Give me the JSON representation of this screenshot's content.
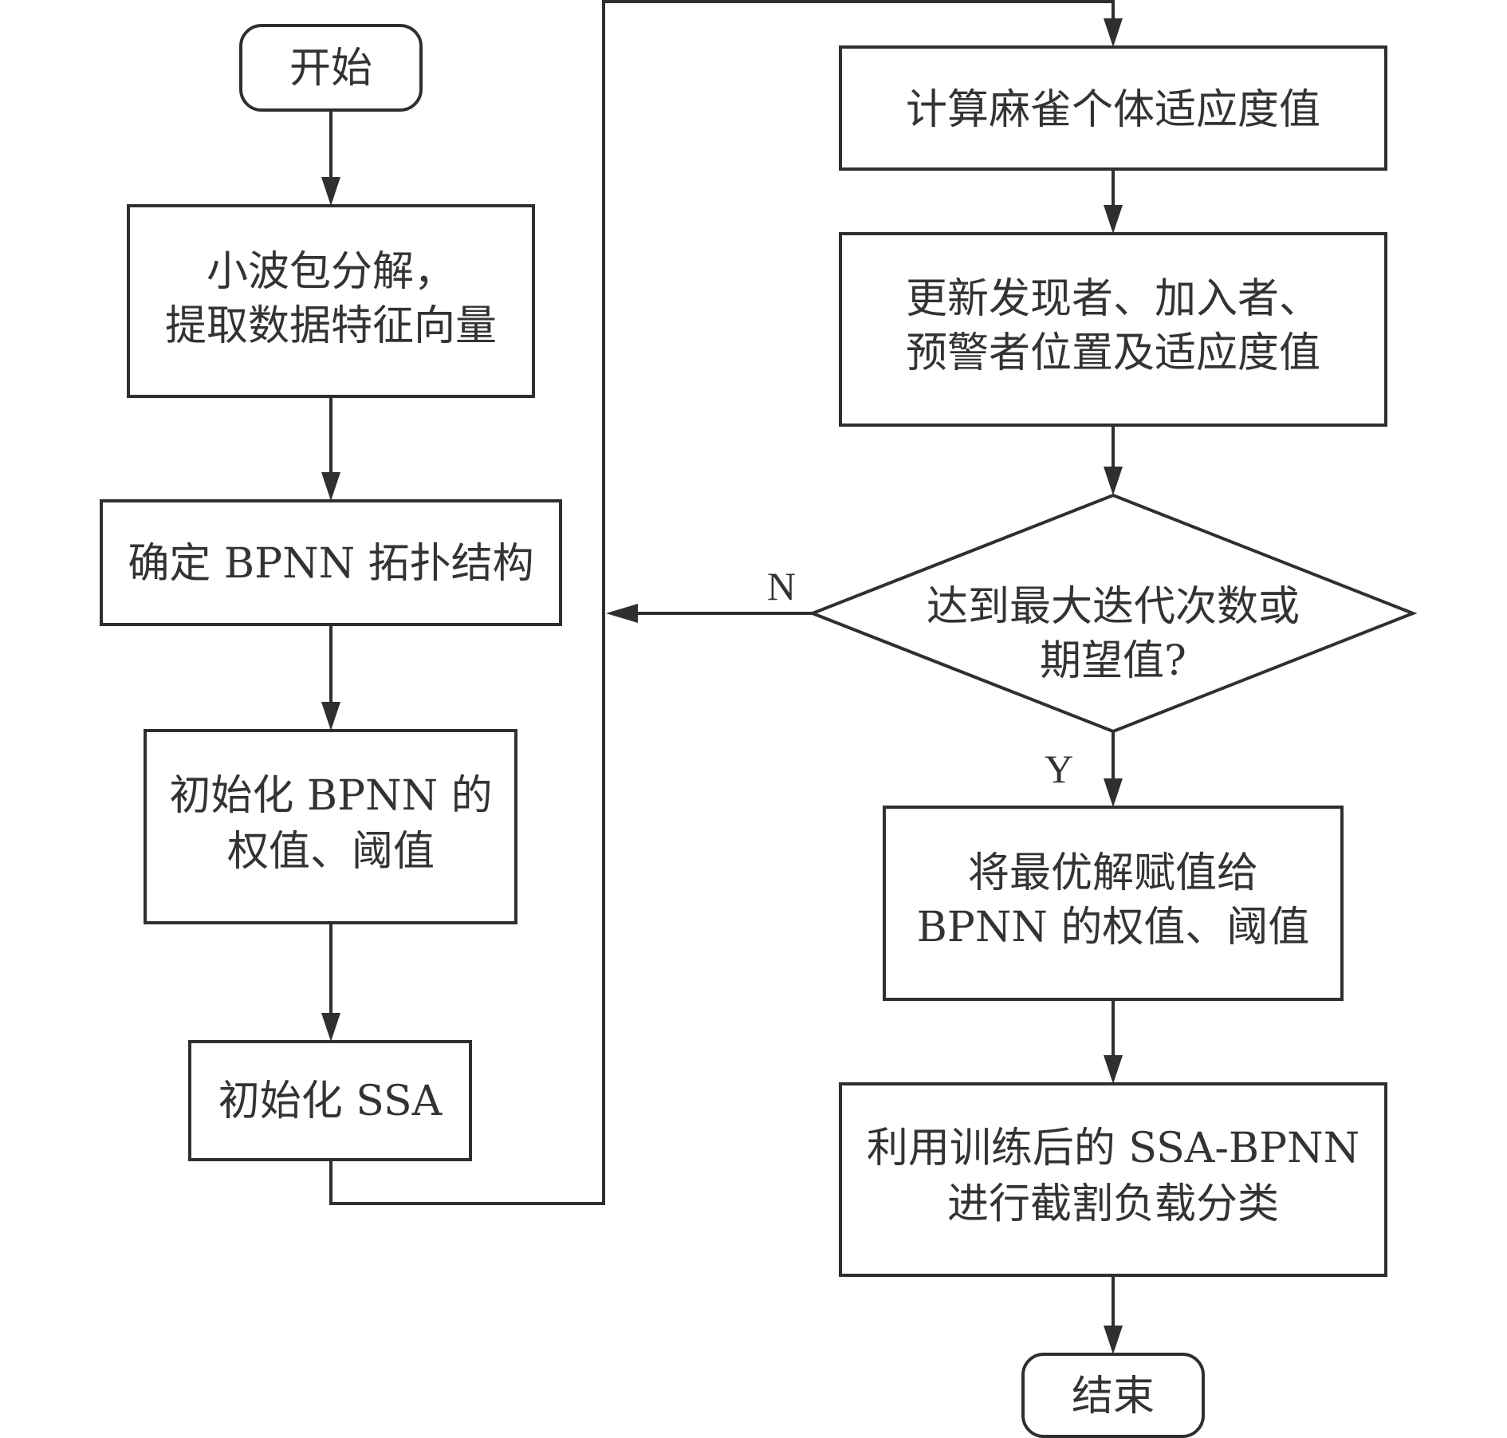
{
  "nodes": {
    "start": "开始",
    "wavelet_line1": "小波包分解，",
    "wavelet_line2": "提取数据特征向量",
    "topology": "确定 BPNN 拓扑结构",
    "init_bpnn_line1": "初始化 BPNN 的",
    "init_bpnn_line2": "权值、阈值",
    "init_ssa": "初始化 SSA",
    "fitness": "计算麻雀个体适应度值",
    "update_line1": "更新发现者、加入者、",
    "update_line2": "预警者位置及适应度值",
    "decision_line1": "达到最大迭代次数或",
    "decision_line2": "期望值?",
    "assign_line1": "将最优解赋值给",
    "assign_line2": "BPNN 的权值、阈值",
    "classify_line1": "利用训练后的 SSA-BPNN",
    "classify_line2": "进行截割负载分类",
    "end": "结束"
  },
  "edge_labels": {
    "no": "N",
    "yes": "Y"
  },
  "colors": {
    "stroke": "#2f2f2f",
    "text": "#333333"
  }
}
